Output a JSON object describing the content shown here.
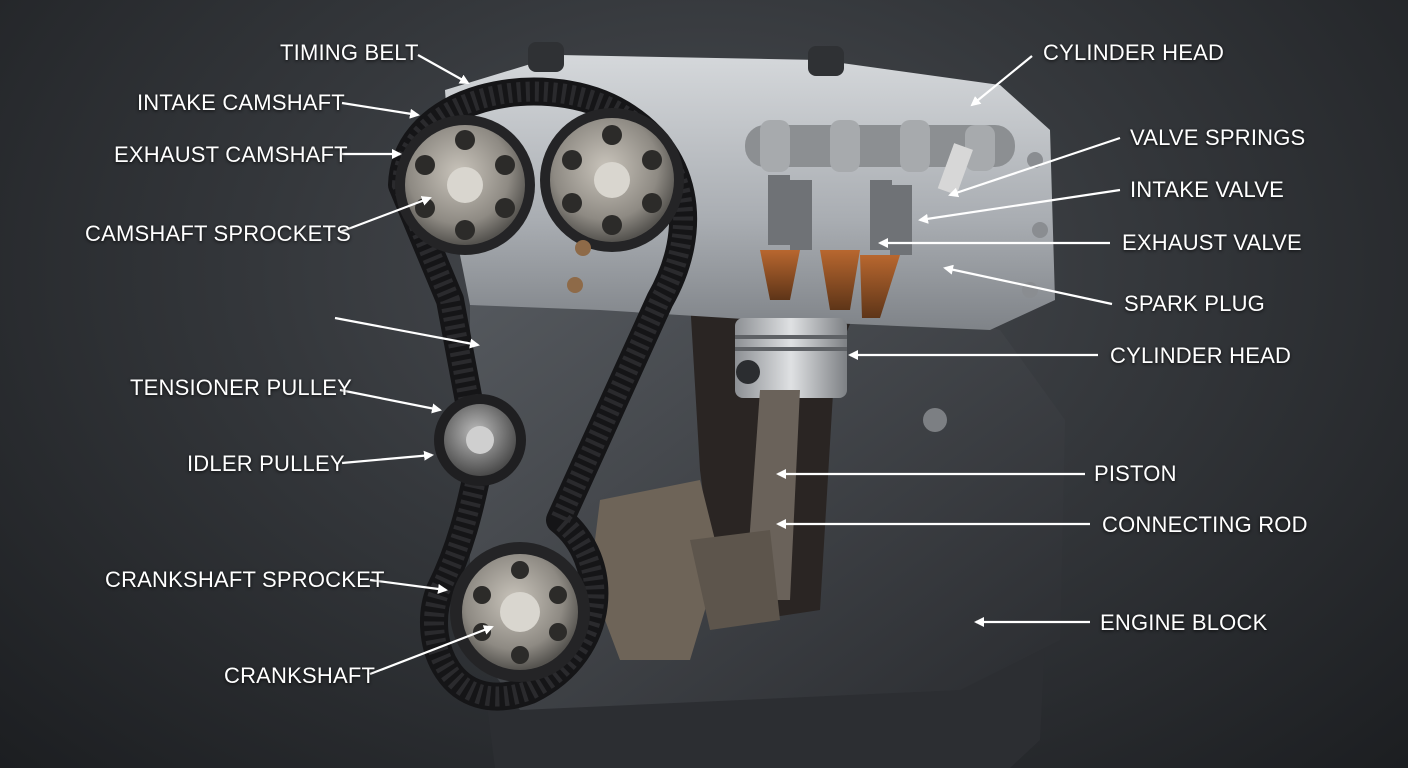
{
  "labels": {
    "timing_belt": "TIMING BELT",
    "intake_camshaft": "INTAKE CAMSHAFT",
    "exhaust_camshaft": "EXHAUST CAMSHAFT",
    "camshaft_sprockets": "CAMSHAFT SPROCKETS",
    "tensioner_pulley": "TENSIONER PULLEY",
    "idler_pulley": "IDLER PULLEY",
    "crankshaft_sprocket": "CRANKSHAFT SPROCKET",
    "crankshaft": "CRANKSHAFT",
    "cylinder_head_top": "CYLINDER HEAD",
    "valve_springs": "VALVE SPRINGS",
    "intake_valve": "INTAKE VALVE",
    "exhaust_valve": "EXHAUST VALVE",
    "spark_plug": "SPARK PLUG",
    "cylinder_head_mid": "CYLINDER HEAD",
    "piston": "PISTON",
    "connecting_rod": "CONNECTING ROD",
    "engine_block": "ENGINE BLOCK"
  },
  "colors": {
    "label_text": "#ffffff",
    "arrow": "#ffffff",
    "background": "#34373b",
    "aluminum": "#b9bcc0",
    "block_dark": "#3a3d42",
    "belt": "#1a1a1c",
    "copper": "#a0582a"
  }
}
